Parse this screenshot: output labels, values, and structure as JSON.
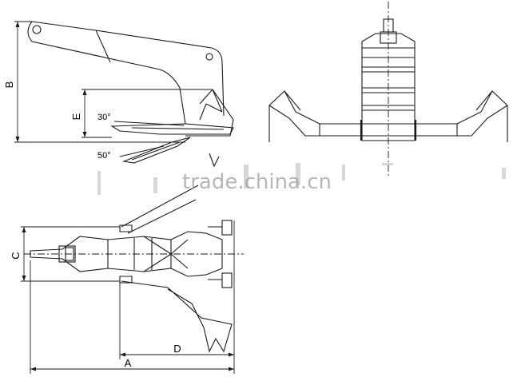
{
  "labels": {
    "dim_a": "A",
    "dim_b": "B",
    "dim_c": "C",
    "dim_d": "D",
    "dim_e": "E"
  },
  "angles": {
    "upper": "30°",
    "lower": "50°"
  },
  "watermark": "trade.china.cn"
}
